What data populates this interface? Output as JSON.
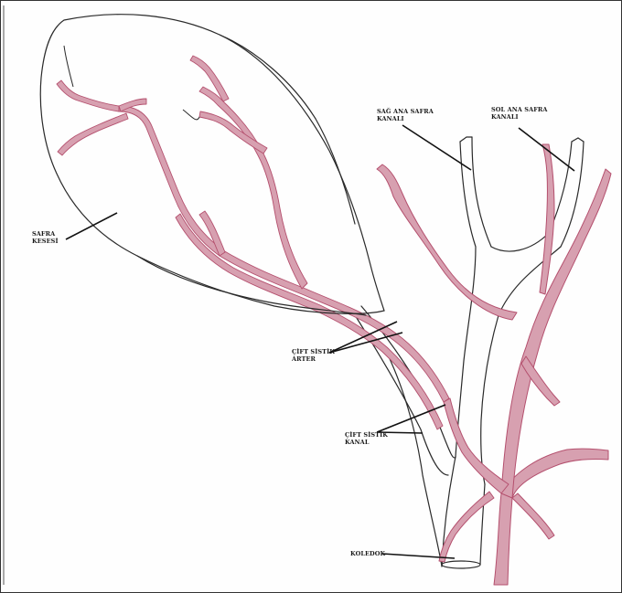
{
  "diagram": {
    "labels": {
      "gallbladder": [
        "SAFRA",
        "KESESİ"
      ],
      "right_duct": [
        "SAĞ ANA SAFRA",
        "KANALI"
      ],
      "left_duct": [
        "SOL ANA SAFRA",
        "KANALI"
      ],
      "artery": [
        "ÇİFT SİSTİK",
        "ARTER"
      ],
      "cystic_duct": [
        "ÇİFT SİSTİK",
        "KANAL"
      ],
      "choledoch": [
        "KOLEDOK"
      ]
    },
    "colors": {
      "outline": "#2a2a2a",
      "artery_fill": "#d7a0b0",
      "artery_edge": "#b4506e"
    }
  }
}
